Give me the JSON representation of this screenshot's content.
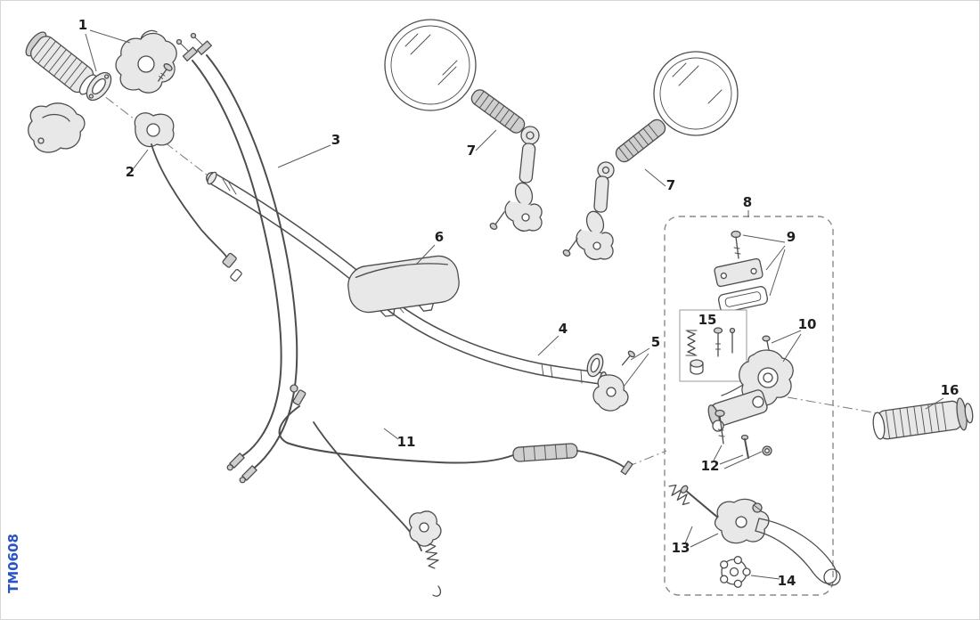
{
  "diagram": {
    "code": "TM0608",
    "code_color": "#2a52c9",
    "callouts": {
      "c1": "1",
      "c2": "2",
      "c3": "3",
      "c4": "4",
      "c5": "5",
      "c6": "6",
      "c7a": "7",
      "c7b": "7",
      "c8": "8",
      "c9": "9",
      "c10": "10",
      "c11": "11",
      "c12": "12",
      "c13": "13",
      "c14": "14",
      "c15": "15",
      "c16": "16"
    }
  }
}
